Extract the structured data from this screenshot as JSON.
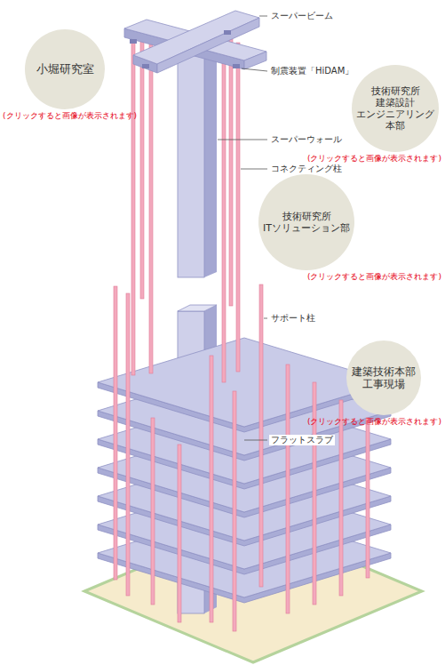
{
  "diagram": {
    "nodes": [
      {
        "text": [
          "小堀研究室",
          "(クリックすると画像が表示されます)"
        ]
      },
      {
        "text": [
          "技術研究所 建築設計 エンジニアリング 本部",
          "(クリックすると画像が表示されます)"
        ]
      },
      {
        "text": [
          "技術研究所 ITソリューション部",
          "(クリックすると画像が表示されます)"
        ]
      },
      {
        "text": [
          "建築技術本部 工事現場",
          "(クリックすると画像が表示されます)"
        ]
      }
    ],
    "labels": [
      "スーパービーム",
      "制震装置「HiDAM」",
      "スーパーウォール",
      "コネクティング柱",
      "サポート柱",
      "フラットスラブ"
    ]
  }
}
